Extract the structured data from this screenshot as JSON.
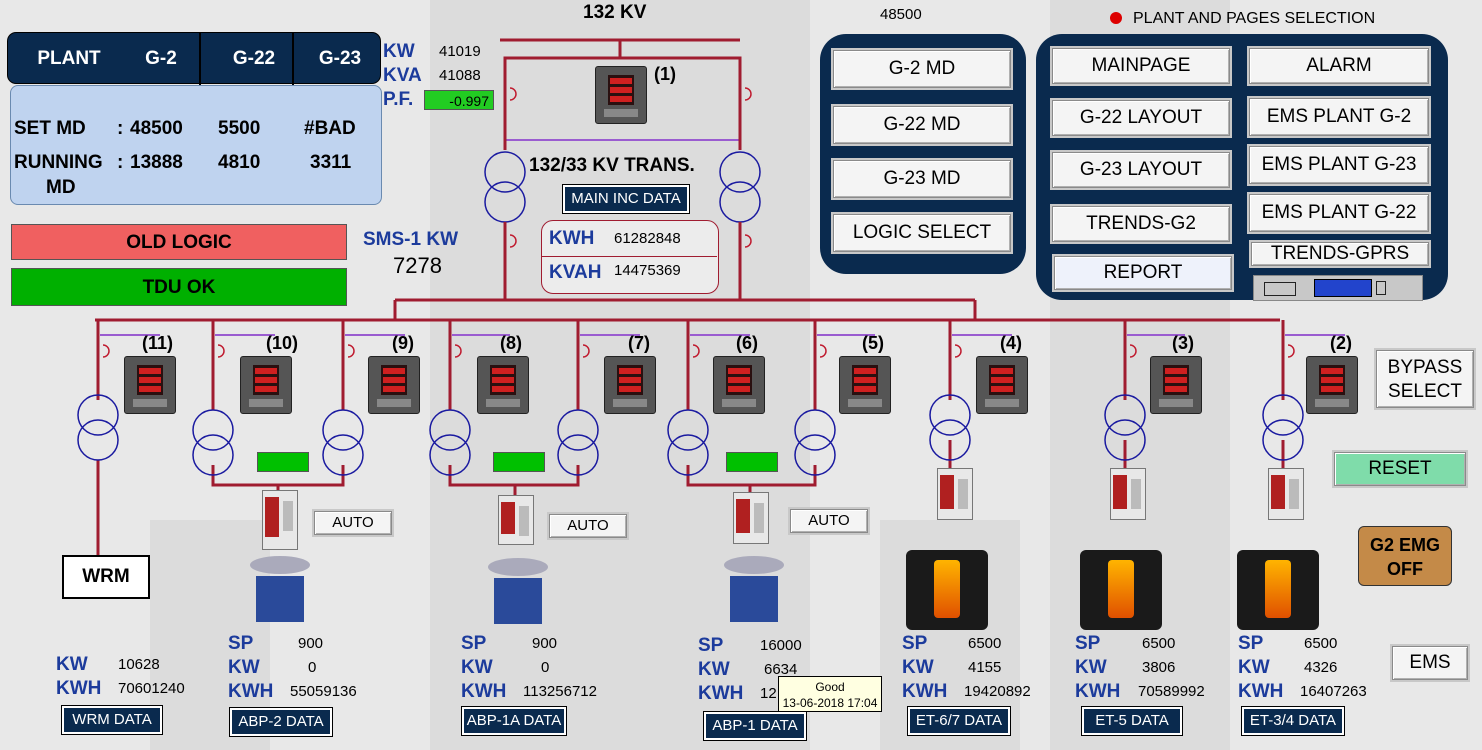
{
  "header": {
    "bus_label": "132 KV",
    "top_value": "48500",
    "nav_title": "PLANT AND PAGES SELECTION",
    "nav_dot_color": "#dd0000"
  },
  "plant_table": {
    "plant": "PLANT",
    "cols": [
      "G-2",
      "G-22",
      "G-23"
    ],
    "set_md_label": "SET MD",
    "set_md_sep": ":",
    "set_md": [
      "48500",
      "5500",
      "#BAD"
    ],
    "running_md_label_1": "RUNNING",
    "running_md_label_2": "MD",
    "running_md_sep": ":",
    "running_md": [
      "13888",
      "4810",
      "3311"
    ]
  },
  "status": {
    "old_logic": "OLD LOGIC",
    "old_logic_color": "#f06060",
    "tdu_ok": "TDU OK",
    "tdu_ok_color": "#00b000"
  },
  "sms": {
    "label": "SMS-1 KW",
    "value": "7278"
  },
  "main_meter": {
    "kw_label": "KW",
    "kw": "41019",
    "kva_label": "KVA",
    "kva": "41088",
    "pf_label": "P.F.",
    "pf": "-0.997",
    "pf_color": "#22cc22"
  },
  "transformer": {
    "label": "132/33 KV TRANS.",
    "main_inc": "MAIN INC DATA",
    "kwh_label": "KWH",
    "kwh": "61282848",
    "kvah_label": "KVAH",
    "kvah": "14475369"
  },
  "md_buttons": [
    "G-2 MD",
    "G-22 MD",
    "G-23 MD",
    "LOGIC SELECT"
  ],
  "nav_buttons": {
    "left": [
      "MAINPAGE",
      "G-22 LAYOUT",
      "G-23 LAYOUT",
      "TRENDS-G2",
      "REPORT"
    ],
    "right": [
      "ALARM",
      "EMS PLANT G-2",
      "EMS PLANT G-23",
      "EMS PLANT G-22",
      "TRENDS-GPRS"
    ]
  },
  "feeder_numbers": [
    "(1)",
    "(2)",
    "(3)",
    "(4)",
    "(5)",
    "(6)",
    "(7)",
    "(8)",
    "(9)",
    "(10)",
    "(11)"
  ],
  "side": {
    "bypass_1": "BYPASS",
    "bypass_2": "SELECT",
    "reset": "RESET",
    "emg_1": "G2 EMG",
    "emg_2": "OFF",
    "ems": "EMS"
  },
  "auto_label": "AUTO",
  "wrm": {
    "label": "WRM",
    "kw_label": "KW",
    "kw": "10628",
    "kwh_label": "KWH",
    "kwh": "70601240",
    "button": "WRM DATA"
  },
  "loads": [
    {
      "sp_label": "SP",
      "sp": "900",
      "kw_label": "KW",
      "kw": "0",
      "kwh_label": "KWH",
      "kwh": "55059136",
      "button": "ABP-2 DATA"
    },
    {
      "sp_label": "SP",
      "sp": "900",
      "kw_label": "KW",
      "kw": "0",
      "kwh_label": "KWH",
      "kwh": "113256712",
      "button": "ABP-1A DATA"
    },
    {
      "sp_label": "SP",
      "sp": "16000",
      "kw_label": "KW",
      "kw": "6634",
      "kwh_label": "KWH",
      "kwh": "12",
      "button": "ABP-1 DATA"
    },
    {
      "sp_label": "SP",
      "sp": "6500",
      "kw_label": "KW",
      "kw": "4155",
      "kwh_label": "KWH",
      "kwh": "19420892",
      "button": "ET-6/7 DATA"
    },
    {
      "sp_label": "SP",
      "sp": "6500",
      "kw_label": "KW",
      "kw": "3806",
      "kwh_label": "KWH",
      "kwh": "70589992",
      "button": "ET-5 DATA"
    },
    {
      "sp_label": "SP",
      "sp": "6500",
      "kw_label": "KW",
      "kw": "4326",
      "kwh_label": "KWH",
      "kwh": "16407263",
      "button": "ET-3/4 DATA"
    }
  ],
  "tooltip": {
    "quality": "Good",
    "timestamp": "13-06-2018 17:04"
  },
  "colors": {
    "bus": "#a01c30",
    "feeder_link": "#9a5cd0",
    "nav_panel": "#0a2a4e",
    "label_blue": "#1c3b9c",
    "indicator_green": "#00c000"
  }
}
